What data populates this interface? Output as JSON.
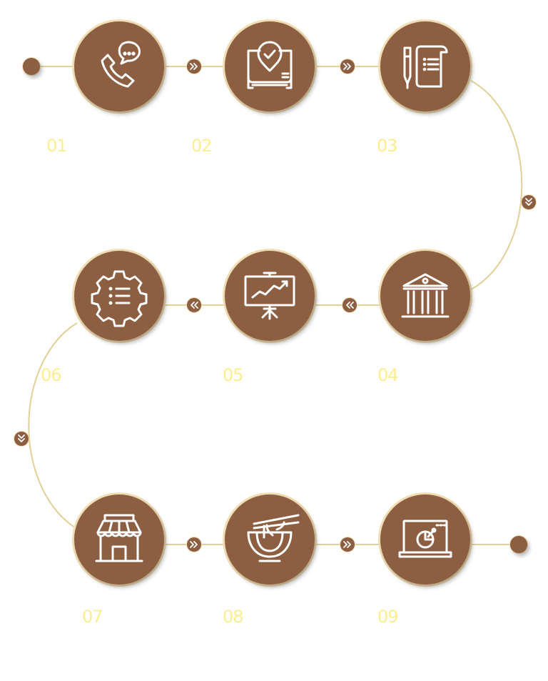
{
  "colors": {
    "circle_fill": "#8c5e42",
    "circle_ring": "#f3dfb4",
    "connector": "#e3cf98",
    "icon_stroke": "#ffffff",
    "number_text": "#fcee8f"
  },
  "steps": [
    {
      "number": "01",
      "icon": "phone-chat-icon"
    },
    {
      "number": "02",
      "icon": "map-location-check-icon"
    },
    {
      "number": "03",
      "icon": "document-pen-icon"
    },
    {
      "number": "04",
      "icon": "bank-building-icon"
    },
    {
      "number": "05",
      "icon": "presentation-chart-icon"
    },
    {
      "number": "06",
      "icon": "gear-list-icon"
    },
    {
      "number": "07",
      "icon": "store-awning-icon"
    },
    {
      "number": "08",
      "icon": "noodle-bowl-icon"
    },
    {
      "number": "09",
      "icon": "laptop-pie-chart-icon"
    }
  ]
}
